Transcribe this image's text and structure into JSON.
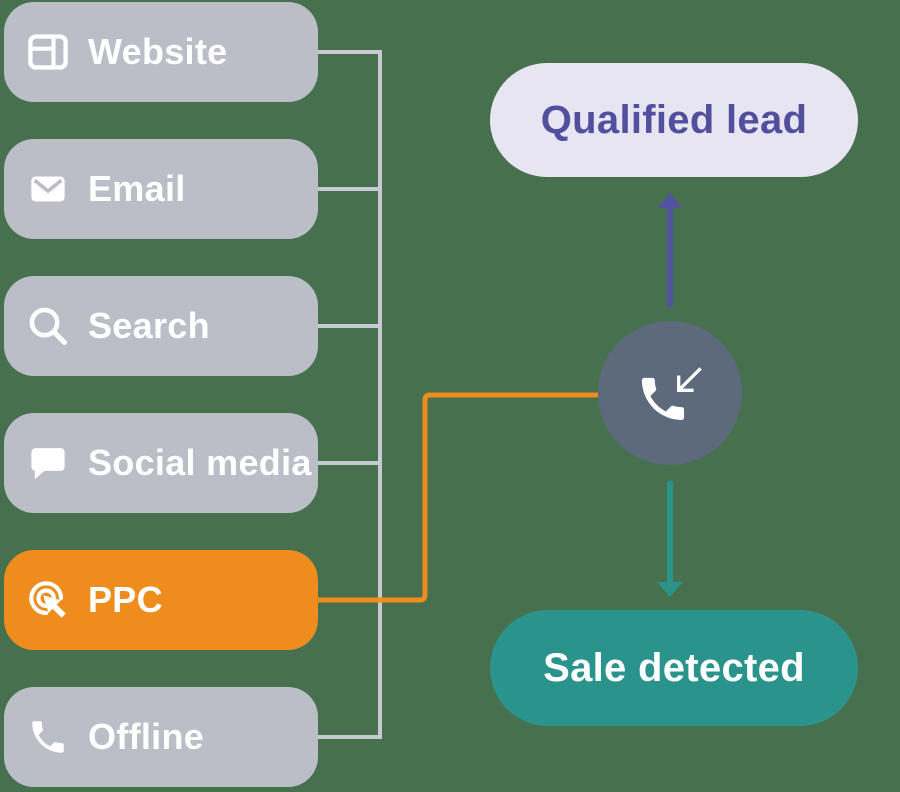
{
  "palette": {
    "background": "#47704E",
    "channel_pill": "#BBBEC7",
    "channel_text": "#FFFFFF",
    "ppc_highlight": "#EE8C1E",
    "connector_gray": "#C7CAD2",
    "connector_active": "#EE8C1E",
    "hub_circle": "#5D6A7C",
    "hub_icon": "#FFFFFF",
    "lead_pill": "#E7E5F1",
    "lead_text": "#514F9E",
    "lead_arrow": "#5252A0",
    "sale_pill": "#2A948C",
    "sale_text": "#FFFFFF",
    "sale_arrow": "#2A948C"
  },
  "channels": {
    "items": [
      {
        "label": "Website",
        "icon": "browser-window-icon"
      },
      {
        "label": "Email",
        "icon": "envelope-icon"
      },
      {
        "label": "Search",
        "icon": "magnifier-icon"
      },
      {
        "label": "Social media",
        "icon": "chat-bubble-icon"
      },
      {
        "label": "PPC",
        "icon": "ppc-click-icon",
        "highlighted": true
      },
      {
        "label": "Offline",
        "icon": "phone-icon"
      }
    ]
  },
  "hub": {
    "icon": "incoming-call-icon"
  },
  "outcomes": {
    "qualified_lead": {
      "label": "Qualified lead"
    },
    "sale_detected": {
      "label": "Sale detected"
    }
  }
}
